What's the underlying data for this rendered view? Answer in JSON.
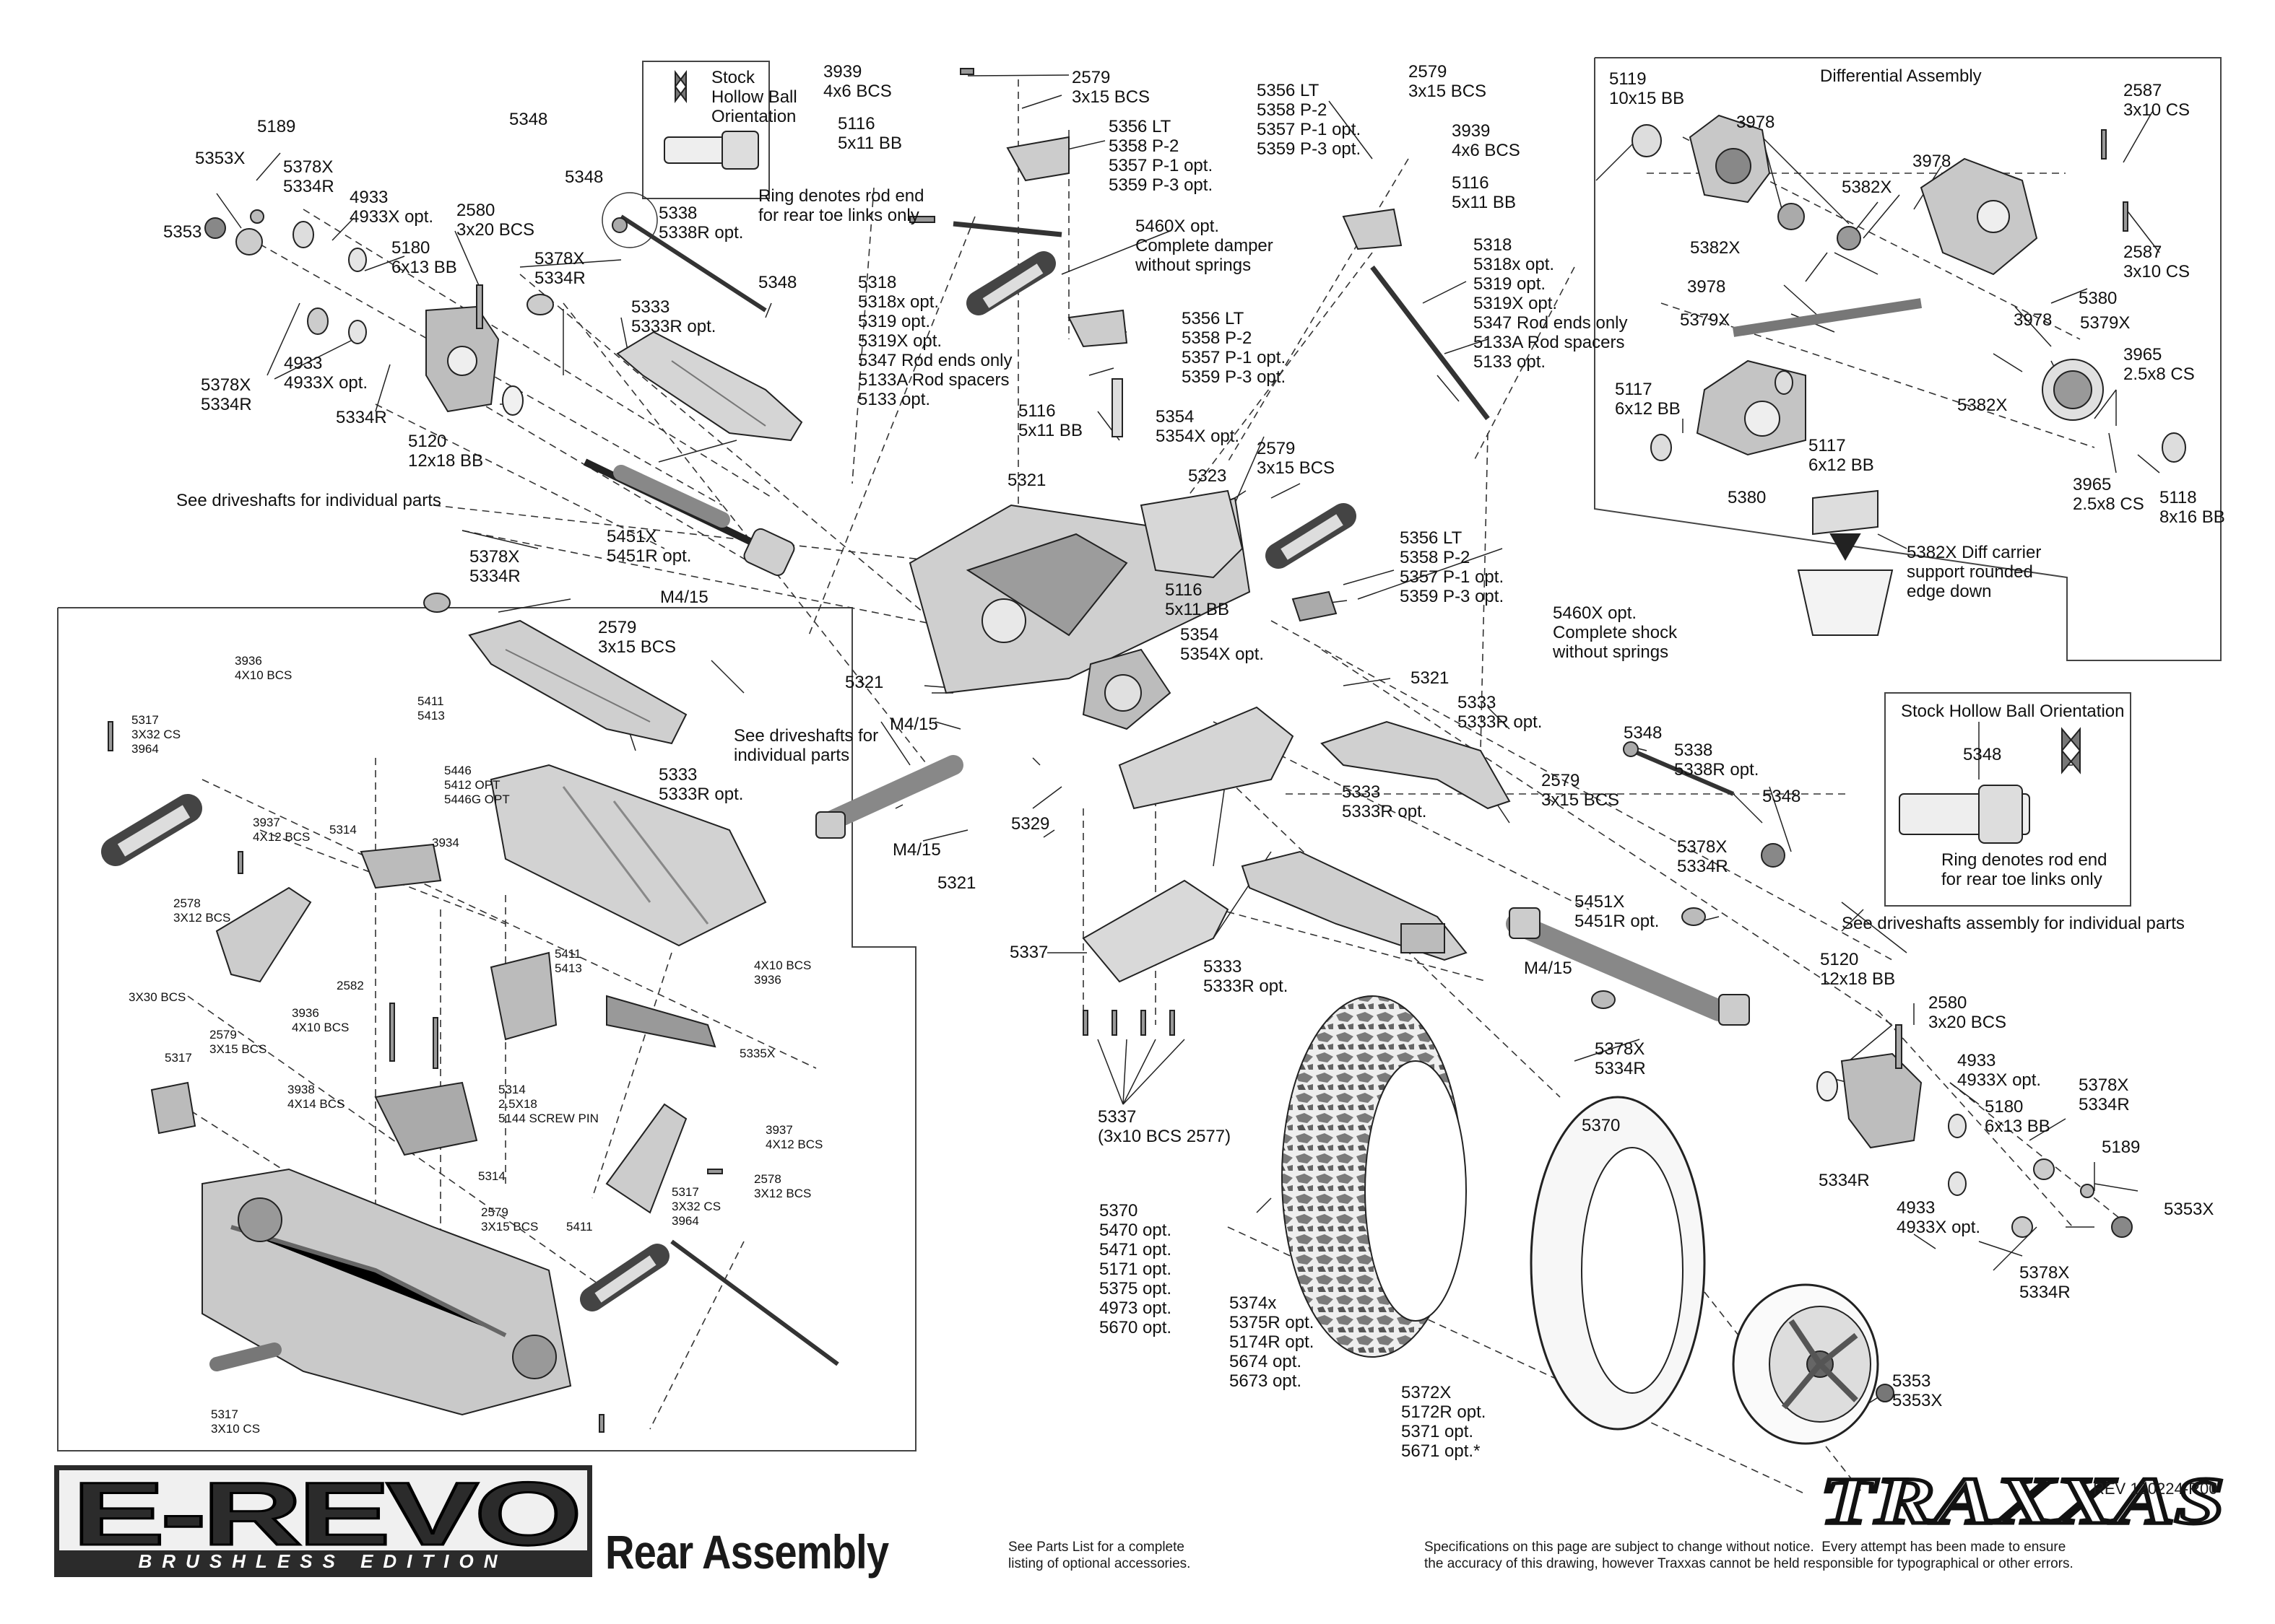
{
  "page": {
    "title": "Rear Assembly",
    "revision": "REV 120224-R00",
    "note_parts_list": "See Parts List for a complete\nlisting of optional accessories.",
    "disclaimer": "Specifications on this page are subject to change without notice.  Every attempt has been made to ensure\nthe accuracy of this drawing, however Traxxas cannot be held responsible for typographical or other errors."
  },
  "logos": {
    "erevo_text": "E-REVO",
    "erevo_sub": "BRUSHLESS EDITION",
    "traxxas_text": "TRAXXAS"
  },
  "colors": {
    "ink": "#1a1a1a",
    "part_fill": "#d9d9d9",
    "part_dark": "#6e6e6e",
    "box_line": "#555555"
  },
  "boxes": {
    "differential_title": "Differential Assembly",
    "stock_ball_title": "Stock Hollow Ball Orientation",
    "stock_ball_small_title": "Stock\nHollow Ball\nOrientation",
    "ring_note_small": "Ring denotes rod end\nfor rear toe links only",
    "ring_note_right": "Ring denotes rod end\nfor rear toe links only",
    "diff_carrier_note": "5382X Diff carrier\nsupport rounded\nedge down"
  },
  "labels": {
    "l5189a": "5189",
    "l5353Xa": "5353X",
    "l5353a": "5353",
    "l5378Xa": "5378X\n5334R",
    "l4933a": "4933\n4933X opt.",
    "l2580a": "2580\n3x20 BCS",
    "l5180a": "5180\n6x13 BB",
    "l5378Xb": "5378X\n5334R",
    "l4933b": "4933\n4933X opt.",
    "l5378Xc": "5378X\n5334R",
    "l5334Ra": "5334R",
    "l5120a": "5120\n12x18 BB",
    "l5348a": "5348",
    "l5348b": "5348",
    "l5338a": "5338\n5338R opt.",
    "l5348c": "5348",
    "l5333a": "5333\n5333R opt.",
    "l5451Xa": "5451X\n5451R opt.",
    "seeDriveA": "See driveshafts for individual parts",
    "l5378Xd": "5378X\n5334R",
    "lM415a": "M4/15",
    "l2579a": "2579\n3x15 BCS",
    "l5333b": "5333\n5333R opt.",
    "l3939a": "3939\n4x6 BCS",
    "l5116a": "5116\n5x11 BB",
    "l2579b": "2579\n3x15 BCS",
    "l5356a": "5356 LT\n5358 P-2\n5357 P-1 opt.\n5359 P-3 opt.",
    "l5460a": "5460X opt.\nComplete damper\nwithout springs",
    "l5318a": "5318\n5318x opt.\n5319 opt.\n5319X opt.\n5347 Rod ends only\n5133A Rod spacers\n5133 opt.",
    "l5356b": "5356 LT\n5358 P-2\n5357 P-1 opt.\n5359 P-3 opt.",
    "l5116b": "5116\n5x11 BB",
    "l5354a": "5354\n5354X opt.",
    "l5321a": "5321",
    "l5323": "5323",
    "l2579c": "2579\n3x15 BCS",
    "l5116c": "5116\n5x11 BB",
    "l5354b": "5354\n5354X opt.",
    "l5321b": "5321",
    "l5321c": "5321",
    "seeDriveB": "See driveshafts for\nindividual parts",
    "lM415b": "M4/15",
    "lM415c": "M4/15",
    "l5329": "5329",
    "l5321d": "5321",
    "l5356c": "5356 LT\n5358 P-2\n5357 P-1 opt.\n5359 P-3 opt.",
    "l2579d": "2579\n3x15 BCS",
    "l3939b": "3939\n4x6 BCS",
    "l5116d": "5116\n5x11 BB",
    "l5318b": "5318\n5318x opt.\n5319 opt.\n5319X opt.\n5347 Rod ends only\n5133A Rod spacers\n5133 opt.",
    "l5460b": "5460X opt.\nComplete shock\nwithout springs",
    "l5356d": "5356 LT\n5358 P-2\n5357 P-1 opt.\n5359 P-3 opt.",
    "l5333c": "5333\n5333R opt.",
    "l5333d": "5333\n5333R opt.",
    "l5348d": "5348",
    "l5338b": "5338\n5338R opt.",
    "l5348e": "5348",
    "l2579e": "2579\n3x15 BCS",
    "l5378Xe": "5378X\n5334R",
    "l5451Xb": "5451X\n5451R opt.",
    "seeDriveC": "See driveshafts assembly for individual parts",
    "lM415d": "M4/15",
    "l5378Xf": "5378X\n5334R",
    "l5120b": "5120\n12x18 BB",
    "l2580b": "2580\n3x20 BCS",
    "l4933c": "4933\n4933X opt.",
    "l5180b": "5180\n6x13 BB",
    "l5378Xg": "5378X\n5334R",
    "l5189b": "5189",
    "l5353Xb": "5353X",
    "l5334Rb": "5334R",
    "l4933d": "4933\n4933X opt.",
    "l5378Xh": "5378X\n5334R",
    "l5337a": "5337",
    "l5337b": "5337\n(3x10 BCS 2577)",
    "l5333e": "5333\n5333R opt.",
    "l5370a": "5370",
    "l5370b": "5370\n5470 opt.\n5471 opt.\n5171 opt.\n5375 opt.\n4973 opt.\n5670 opt.",
    "l5374": "5374x\n5375R opt.\n5174R opt.\n5674 opt.\n5673 opt.",
    "l5372": "5372X\n5172R opt.\n5371 opt.\n5671 opt.*",
    "l5353b": "5353\n5353X",
    "d5119": "5119\n10x15 BB",
    "d3978a": "3978",
    "d3978b": "3978",
    "d5382Xa": "5382X",
    "d5382Xb": "5382X",
    "d3978c": "3978",
    "d5379Xa": "5379X",
    "d2587a": "2587\n3x10 CS",
    "d2587b": "2587\n3x10 CS",
    "d5380a": "5380",
    "d3978d": "3978",
    "d5379Xb": "5379X",
    "d3965a": "3965\n2.5x8 CS",
    "d5382Xc": "5382X",
    "d5117a": "5117\n6x12 BB",
    "d5117b": "5117\n6x12 BB",
    "d5380b": "5380",
    "d3965b": "3965\n2.5x8 CS",
    "d5118": "5118\n8x16 BB",
    "s5348": "5348",
    "w3936a": "3936\n4X10 BCS",
    "w5411a": "5411\n5413",
    "w5317a": "5317\n3X32 CS\n3964",
    "w5446": "5446\n5412 OPT\n5446G OPT",
    "w3937a": "3937\n4X12 BCS",
    "w5314a": "5314",
    "w3934": "3934",
    "w2578a": "2578\n3X12 BCS",
    "w5411b": "5411\n5413",
    "w4X10": "4X10 BCS\n3936",
    "w3X30": "3X30 BCS",
    "w2582": "2582",
    "w3936b": "3936\n4X10 BCS",
    "w2579a": "2579\n3X15 BCS",
    "w5335X": "5335X",
    "w5317b": "5317",
    "w3938": "3938\n4X14 BCS",
    "w5314b": "5314\n2.5X18\n5144 SCREW PIN",
    "w3937b": "3937\n4X12 BCS",
    "w5314c": "5314",
    "w2578b": "2578\n3X12 BCS",
    "w2579b": "2579\n3X15 BCS",
    "w5411c": "5411",
    "w5317c": "5317\n3X32 CS\n3964",
    "w5317d": "5317\n3X10 CS"
  }
}
